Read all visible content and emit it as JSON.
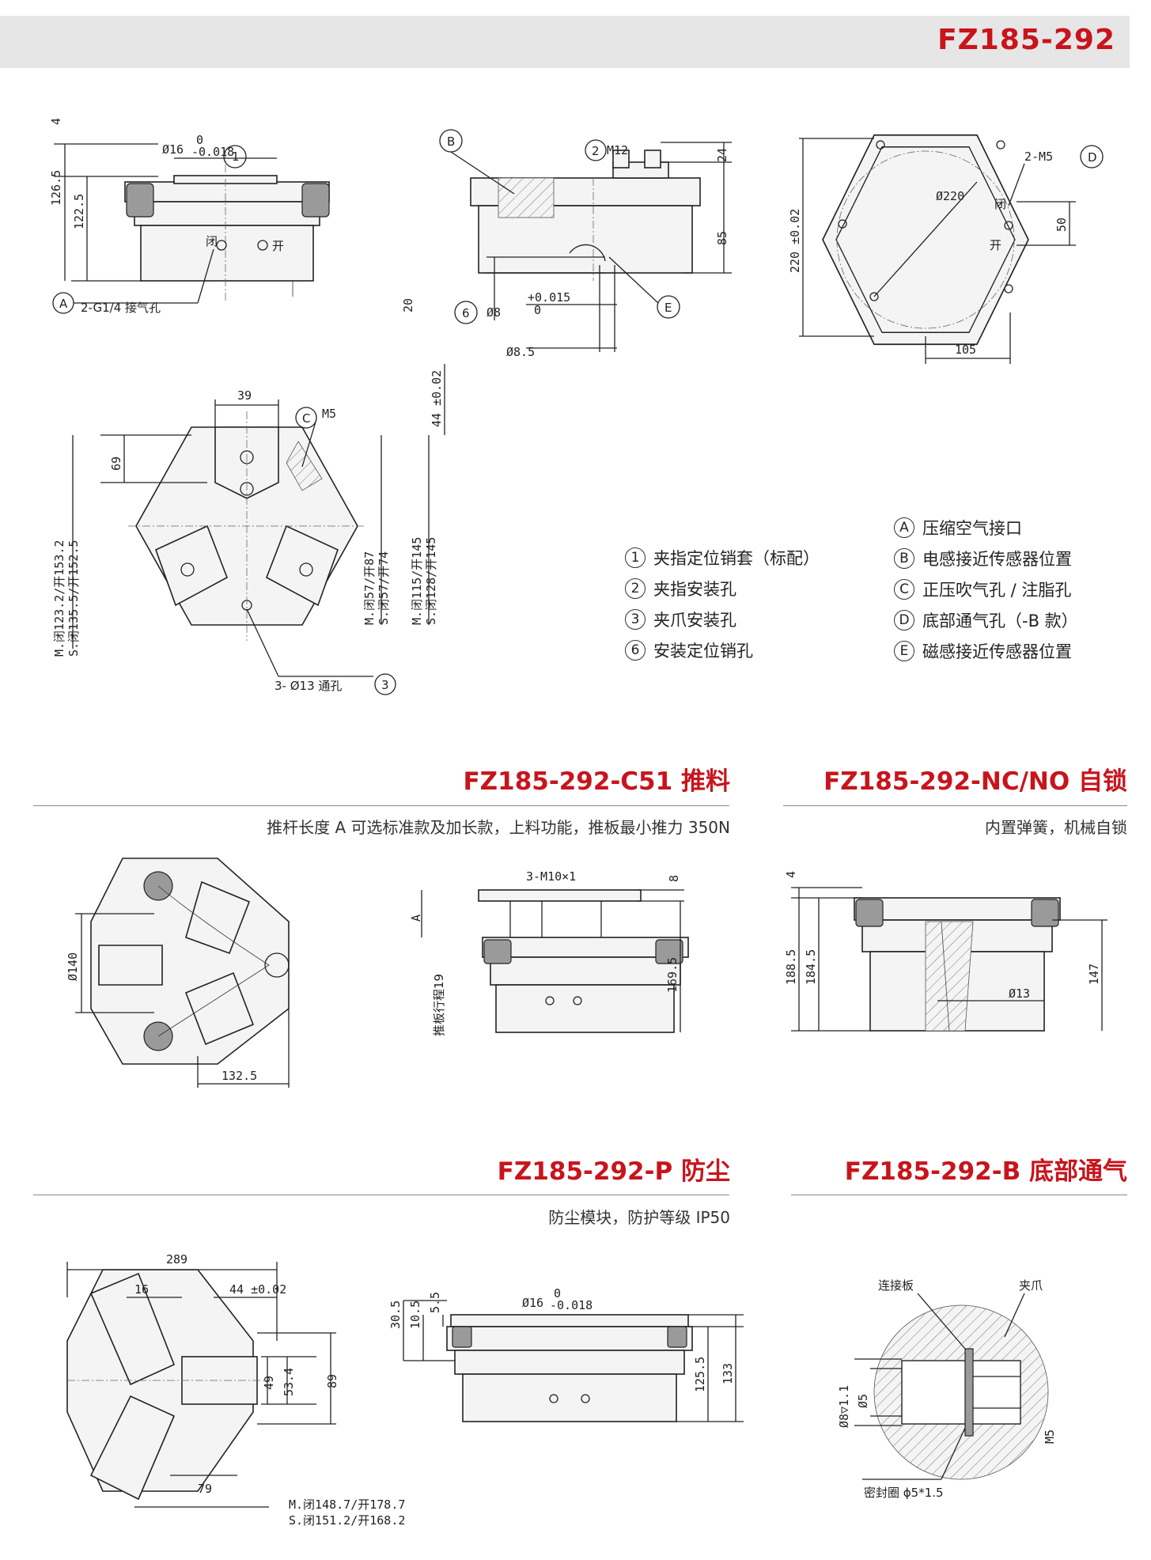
{
  "header": {
    "model": "FZ185-292"
  },
  "legend": {
    "left": [
      {
        "mark": "1",
        "text": "夹指定位销套（标配）"
      },
      {
        "mark": "2",
        "text": "夹指安装孔"
      },
      {
        "mark": "3",
        "text": "夹爪安装孔"
      },
      {
        "mark": "6",
        "text": "安装定位销孔"
      }
    ],
    "right": [
      {
        "mark": "A",
        "text": "压缩空气接口"
      },
      {
        "mark": "B",
        "text": "电感接近传感器位置"
      },
      {
        "mark": "C",
        "text": "正压吹气孔 / 注脂孔"
      },
      {
        "mark": "D",
        "text": "底部通气孔（-B 款）"
      },
      {
        "mark": "E",
        "text": "磁感接近传感器位置"
      }
    ]
  },
  "sections": {
    "c51": {
      "title": "FZ185-292-C51 推料",
      "desc": "推杆长度 A 可选标准款及加长款，上料功能，推板最小推力 350N"
    },
    "nc": {
      "title": "FZ185-292-NC/NO 自锁",
      "desc": "内置弹簧，机械自锁"
    },
    "p": {
      "title": "FZ185-292-P 防尘",
      "desc": "防尘模块，防护等级 IP50"
    },
    "b": {
      "title": "FZ185-292-B 底部通气",
      "desc": ""
    }
  },
  "drawings": {
    "d1": {
      "dia": "Ø16",
      "tol_top": "0",
      "tol_bot": "-0.018",
      "h1": "126.5",
      "h2": "122.5",
      "top": "4",
      "port": "2-G1/4 接气孔",
      "close": "闭",
      "open": "开",
      "m1": "1",
      "mA": "A"
    },
    "d2": {
      "m12": "M12",
      "h24": "24",
      "h85": "85",
      "h20": "20",
      "d8": "Ø8",
      "t1": "+0.015",
      "t2": "0",
      "d85": "Ø8.5",
      "m2": "2",
      "m6": "6",
      "mB": "B",
      "mE": "E"
    },
    "d3": {
      "d220": "Ø220",
      "h220": "220 ±0.02",
      "w105": "105",
      "w50": "50",
      "m5": "2-M5",
      "close": "闭",
      "open": "开",
      "mD": "D"
    },
    "d4": {
      "w39": "39",
      "h69": "69",
      "h44": "44 ±0.02",
      "m5": "M5",
      "l1a": "M.闭123.2/开153.2",
      "l1b": "S.闭135.5/开152.5",
      "l2a": "M.闭57/开87",
      "l2b": "S.闭57/开74",
      "l3a": "M.闭115/开145",
      "l3b": "S.闭128/开145",
      "hole": "3- Ø13 通孔",
      "m3": "3",
      "mC": "C"
    },
    "d5": {
      "d140": "Ø140",
      "w132": "132.5"
    },
    "d6": {
      "m10": "3-M10×1",
      "h8": "8",
      "hA": "A",
      "stroke": "推板行程19",
      "h169": "169.5"
    },
    "d7": {
      "top": "4",
      "h188": "188.5",
      "h184": "184.5",
      "h147": "147",
      "d13": "Ø13"
    },
    "d8": {
      "w289": "289",
      "w16": "16",
      "w44": "44 ±0.02",
      "h49": "49",
      "h53": "53.4",
      "h89": "89",
      "w79": "79",
      "l1": "M.闭148.7/开178.7",
      "l2": "S.闭151.2/开168.2"
    },
    "d9": {
      "h30": "30.5",
      "h10": "10.5",
      "h5": "5.5",
      "dia": "Ø16",
      "t1": "0",
      "t2": "-0.018",
      "h125": "125.5",
      "h133": "133"
    },
    "d10": {
      "plate": "连接板",
      "jaw": "夹爪",
      "d5": "Ø5",
      "d8": "Ø8▽1.1",
      "m5": "M5",
      "seal": "密封圈 ϕ5*1.5"
    }
  }
}
